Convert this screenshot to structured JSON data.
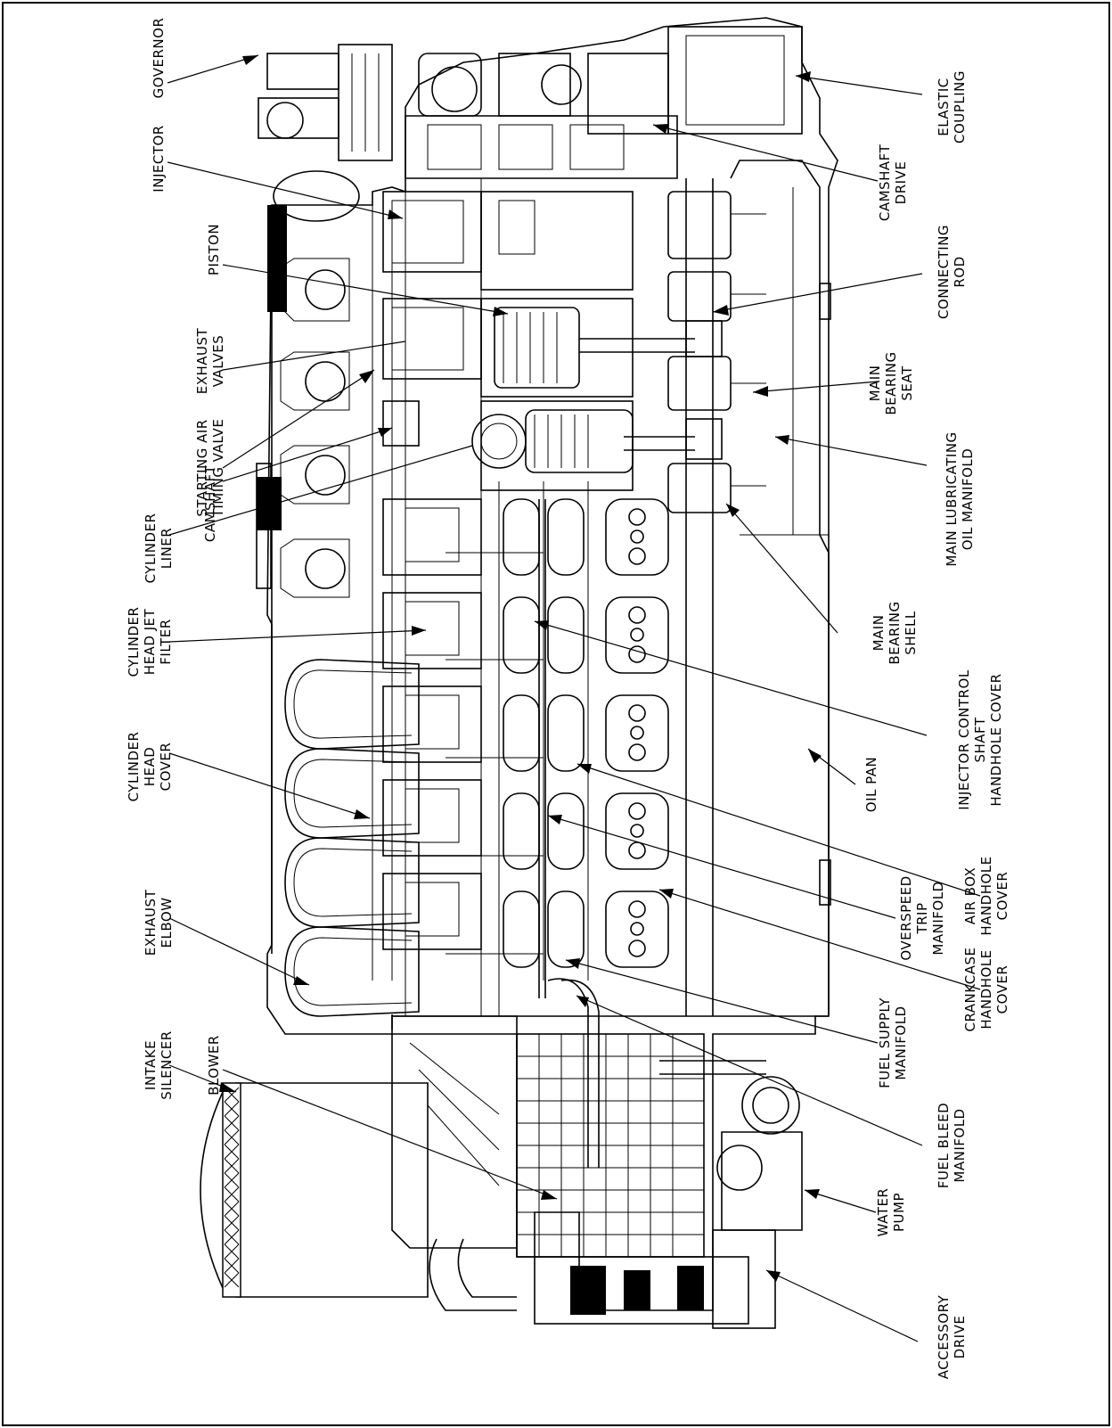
{
  "diagram": {
    "left_labels": [
      {
        "id": "governor",
        "lines": [
          "GOVERNOR"
        ]
      },
      {
        "id": "injector",
        "lines": [
          "INJECTOR"
        ]
      },
      {
        "id": "piston",
        "lines": [
          "PISTON"
        ]
      },
      {
        "id": "exhaust-valves",
        "lines": [
          "EXHAUST",
          "VALVES"
        ]
      },
      {
        "id": "starting-air-timing-valve",
        "lines": [
          "STARTING AIR",
          "TIMING VALVE"
        ]
      },
      {
        "id": "camshaft",
        "lines": [
          "CAMSHAFT"
        ]
      },
      {
        "id": "cylinder-liner",
        "lines": [
          "CYLINDER",
          "LINER"
        ]
      },
      {
        "id": "cylinder-head-jet-filter",
        "lines": [
          "CYLINDER",
          "HEAD JET",
          "FILTER"
        ]
      },
      {
        "id": "cylinder-head-cover",
        "lines": [
          "CYLINDER",
          "HEAD",
          "COVER"
        ]
      },
      {
        "id": "exhaust-elbow",
        "lines": [
          "EXHAUST",
          "ELBOW"
        ]
      },
      {
        "id": "blower",
        "lines": [
          "BLOWER"
        ]
      },
      {
        "id": "intake-silencer",
        "lines": [
          "INTAKE",
          "SILENCER"
        ]
      }
    ],
    "right_labels": [
      {
        "id": "elastic-coupling",
        "lines": [
          "ELASTIC",
          "COUPLING"
        ]
      },
      {
        "id": "camshaft-drive",
        "lines": [
          "CAMSHAFT",
          "DRIVE"
        ]
      },
      {
        "id": "connecting-rod",
        "lines": [
          "CONNECTING",
          "ROD"
        ]
      },
      {
        "id": "main-bearing-seat",
        "lines": [
          "MAIN",
          "BEARING",
          "SEAT"
        ]
      },
      {
        "id": "main-lubricating-oil-manifold",
        "lines": [
          "MAIN LUBRICATING",
          "OIL MANIFOLD"
        ]
      },
      {
        "id": "main-bearing-shell",
        "lines": [
          "MAIN",
          "BEARING",
          "SHELL"
        ]
      },
      {
        "id": "injector-control-shaft-handhole-cover",
        "lines": [
          "INJECTOR CONTROL",
          "SHAFT",
          "HANDHOLE COVER"
        ]
      },
      {
        "id": "oil-pan",
        "lines": [
          "OIL PAN"
        ]
      },
      {
        "id": "air-box-handhole-cover",
        "lines": [
          "AIR BOX",
          "HANDHOLE",
          "COVER"
        ]
      },
      {
        "id": "overspeed-trip-manifold",
        "lines": [
          "OVERSPEED",
          "TRIP",
          "MANIFOLD"
        ]
      },
      {
        "id": "crankcase-handhole-cover",
        "lines": [
          "CRANKCASE",
          "HANDHOLE",
          "COVER"
        ]
      },
      {
        "id": "fuel-supply-manifold",
        "lines": [
          "FUEL SUPPLY",
          "MANIFOLD"
        ]
      },
      {
        "id": "fuel-bleed-manifold",
        "lines": [
          "FUEL BLEED",
          "MANIFOLD"
        ]
      },
      {
        "id": "water-pump",
        "lines": [
          "WATER",
          "PUMP"
        ]
      },
      {
        "id": "accessory-drive",
        "lines": [
          "ACCESSORY",
          "DRIVE"
        ]
      }
    ]
  }
}
